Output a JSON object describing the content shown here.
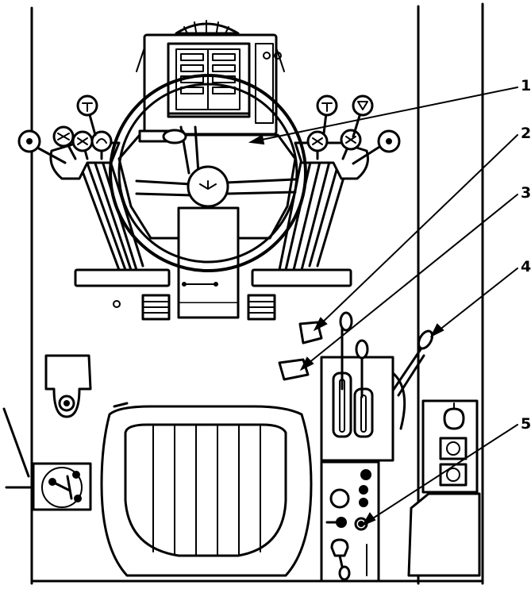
{
  "callouts": [
    {
      "label": "1",
      "name": "callout-1"
    },
    {
      "label": "2",
      "name": "callout-2"
    },
    {
      "label": "3",
      "name": "callout-3"
    },
    {
      "label": "4",
      "name": "callout-4"
    },
    {
      "label": "5",
      "name": "callout-5"
    }
  ],
  "colors": {
    "ink": "#000000",
    "paper": "#ffffff"
  }
}
